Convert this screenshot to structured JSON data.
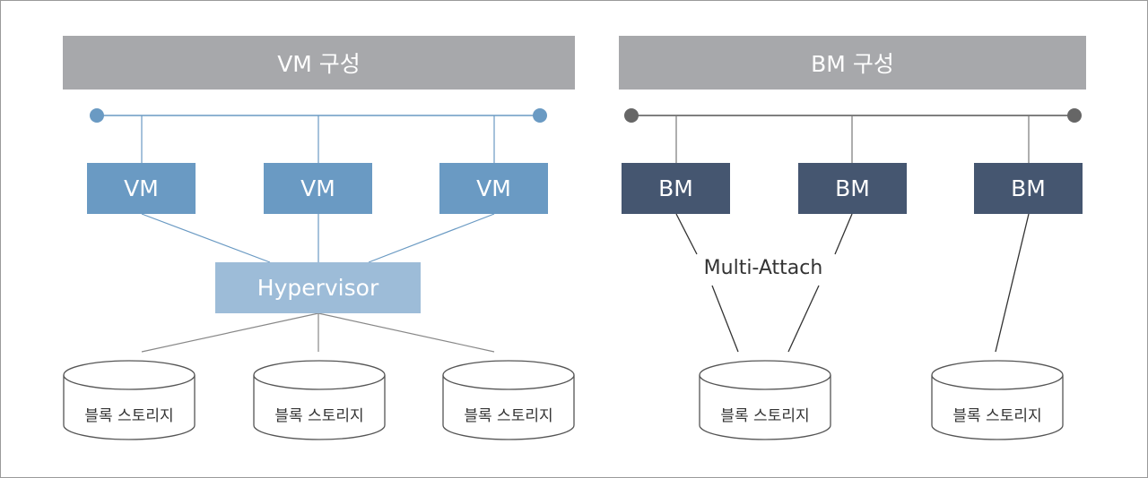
{
  "vm_section": {
    "title": "VM 구성",
    "vm_labels": [
      "VM",
      "VM",
      "VM"
    ],
    "hypervisor_label": "Hypervisor",
    "storage_labels": [
      "블록 스토리지",
      "블록 스토리지",
      "블록 스토리지"
    ]
  },
  "bm_section": {
    "title": "BM 구성",
    "bm_labels": [
      "BM",
      "BM",
      "BM"
    ],
    "multi_attach_label": "Multi-Attach",
    "storage_labels": [
      "블록 스토리지",
      "블록 스토리지"
    ]
  },
  "colors": {
    "header_bg": "#a7a8ab",
    "vm_box": "#6a9ac3",
    "bm_box": "#455670",
    "hypervisor_box": "#9dbcd8",
    "vm_network": "#6a9ac3",
    "bm_network": "#555555"
  }
}
